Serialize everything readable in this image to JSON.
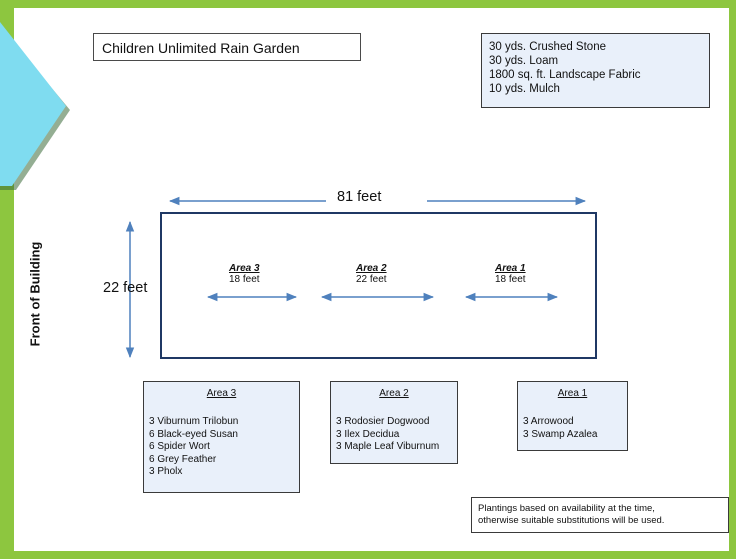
{
  "title": "Children Unlimited Rain Garden",
  "materials": [
    "30 yds. Crushed Stone",
    "30 yds. Loam",
    "1800 sq. ft. Landscape Fabric",
    "10 yds. Mulch"
  ],
  "dimensions": {
    "width": "81 feet",
    "height": "22 feet"
  },
  "side_label": "Front of Building",
  "zones": [
    {
      "name": "Area 3",
      "length": "18 feet"
    },
    {
      "name": "Area 2",
      "length": "22 feet"
    },
    {
      "name": "Area 1",
      "length": "18 feet"
    }
  ],
  "area_lists": [
    {
      "name": "Area 3",
      "plants": [
        "3 Viburnum Trilobun",
        "6 Black-eyed Susan",
        "6 Spider Wort",
        "6 Grey Feather",
        "3 Pholx"
      ]
    },
    {
      "name": "Area 2",
      "plants": [
        "3 Rodosier Dogwood",
        "3 Ilex Decidua",
        "3 Maple Leaf Viburnum"
      ]
    },
    {
      "name": "Area 1",
      "plants": [
        "3 Arrowood",
        "3 Swamp Azalea"
      ]
    }
  ],
  "note": [
    "Plantings based on availability at the time,",
    "otherwise suitable substitutions will be used."
  ],
  "colors": {
    "frame_green": "#8dc63f",
    "accent_teal": "#7fdcf0",
    "arrow_blue": "#4f81bd",
    "box_fill": "#e9f0fa"
  }
}
